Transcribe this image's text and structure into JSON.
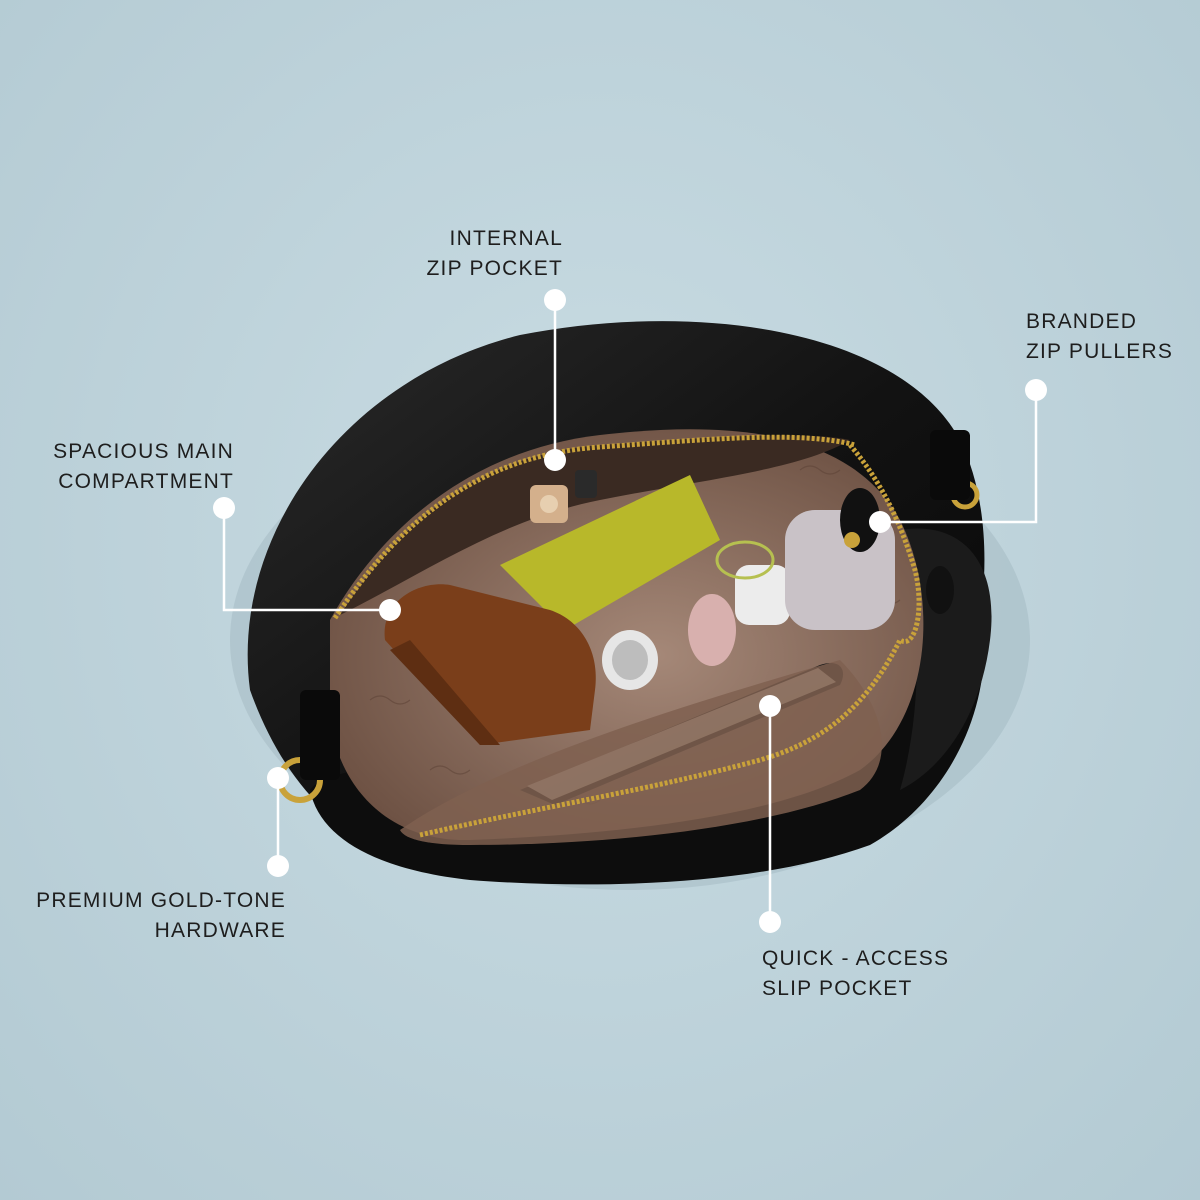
{
  "callouts": {
    "internal_zip_pocket": [
      "INTERNAL",
      "ZIP POCKET"
    ],
    "branded_zip_pullers": [
      "BRANDED",
      "ZIP PULLERS"
    ],
    "spacious_main_compartment": [
      "SPACIOUS MAIN",
      "COMPARTMENT"
    ],
    "premium_gold_tone_hardware": [
      "PREMIUM GOLD-TONE",
      "HARDWARE"
    ],
    "quick_access_slip_pocket": [
      "QUICK - ACCESS",
      "SLIP POCKET"
    ]
  },
  "colors": {
    "background": "#bdd2da",
    "leather": "#141414",
    "lining": "#8a6a5a",
    "gold": "#c9a23a",
    "callout_dot": "#ffffff",
    "label_text": "#1e1e1e"
  }
}
